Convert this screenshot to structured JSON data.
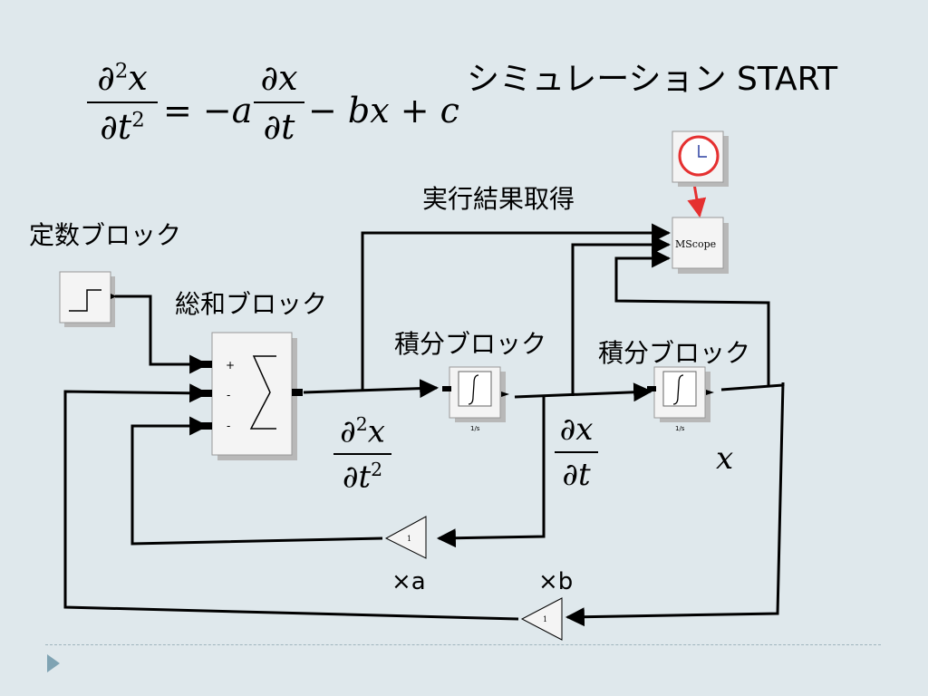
{
  "title": "シミュレーション START",
  "labels": {
    "constant_block": "定数ブロック",
    "sum_block": "総和ブロック",
    "integral_block_1": "積分ブロック",
    "integral_block_2": "積分ブロック",
    "result_fetch": "実行結果取得",
    "mul_a": "×a",
    "mul_b": "×b"
  },
  "blocks": {
    "scope_label": "MScope",
    "integrator_sublabel": "1/s",
    "gain_value": "1",
    "sum_signs": [
      "+",
      "-",
      "-"
    ]
  },
  "equation": {
    "lhs_num": "∂",
    "lhs_num_sup": "2",
    "lhs_num_var": "x",
    "lhs_den": "∂t",
    "lhs_den_sup": "2",
    "rhs_part1": "= −a",
    "rhs_frac_num": "∂x",
    "rhs_frac_den": "∂t",
    "rhs_part2": "− bx + c"
  },
  "signals": {
    "d2x_num": "∂",
    "d2x_num_sup": "2",
    "d2x_num_var": "x",
    "d2x_den": "∂t",
    "d2x_den_sup": "2",
    "dx_num": "∂x",
    "dx_den": "∂t",
    "x": "x"
  },
  "colors": {
    "background": "#dfe8ec",
    "wire": "#000000",
    "clock_red": "#e53030",
    "clock_hand": "#2a3fa0",
    "block_face": "#f4f4f4",
    "block_shadow": "#b8b8b8",
    "accent": "#7fa3b3"
  }
}
